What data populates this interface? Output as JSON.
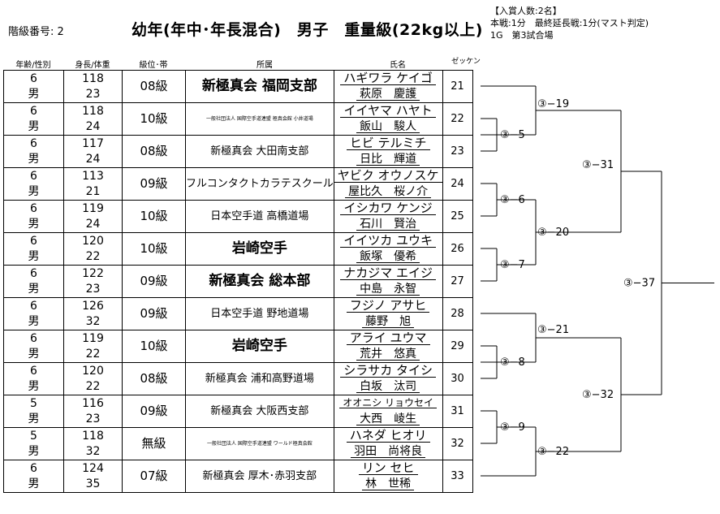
{
  "header": {
    "class_label": "階級番号: 2",
    "title": "幼年(年中･年長混合)　男子　重量級(22kg以上)",
    "info_line1": "【入賞人数:2名】",
    "info_line2": "本戦:1分　最終延長戦:1分(マスト判定)",
    "info_line3": "1G　第3試合場"
  },
  "columns": {
    "age_sex": "年齢/性別",
    "height_weight": "身長/体重",
    "rank": "級位･帯",
    "affiliation": "所属",
    "name": "氏名",
    "bib": "ゼッケン"
  },
  "entries": [
    {
      "age": "6",
      "sex": "男",
      "height": "118",
      "weight": "23",
      "rank": "08級",
      "affiliation": "新極真会 福岡支部",
      "kana": "ハギワラ ケイゴ",
      "kanji": "萩原　慶護",
      "bib": "21"
    },
    {
      "age": "6",
      "sex": "男",
      "height": "118",
      "weight": "24",
      "rank": "10級",
      "affiliation": "一般社団法人 国際空手道連盟 極真会館 小井道場",
      "kana": "イイヤマ ハヤト",
      "kanji": "飯山　駿人",
      "bib": "22"
    },
    {
      "age": "6",
      "sex": "男",
      "height": "117",
      "weight": "24",
      "rank": "08級",
      "affiliation": "新極真会 大田南支部",
      "kana": "ヒビ テルミチ",
      "kanji": "日比　輝道",
      "bib": "23"
    },
    {
      "age": "6",
      "sex": "男",
      "height": "113",
      "weight": "21",
      "rank": "09級",
      "affiliation": "フルコンタクトカラテスクール",
      "kana": "ヤビク オウノスケ",
      "kanji": "屋比久　桜ノ介",
      "bib": "24"
    },
    {
      "age": "6",
      "sex": "男",
      "height": "119",
      "weight": "24",
      "rank": "10級",
      "affiliation": "日本空手道 高橋道場",
      "kana": "イシカワ ケンジ",
      "kanji": "石川　賢治",
      "bib": "25"
    },
    {
      "age": "6",
      "sex": "男",
      "height": "120",
      "weight": "22",
      "rank": "10級",
      "affiliation": "岩崎空手",
      "kana": "イイツカ ユウキ",
      "kanji": "飯塚　優希",
      "bib": "26"
    },
    {
      "age": "6",
      "sex": "男",
      "height": "122",
      "weight": "23",
      "rank": "09級",
      "affiliation": "新極真会 総本部",
      "kana": "ナカジマ エイジ",
      "kanji": "中島　永智",
      "bib": "27"
    },
    {
      "age": "6",
      "sex": "男",
      "height": "126",
      "weight": "32",
      "rank": "09級",
      "affiliation": "日本空手道 野地道場",
      "kana": "フジノ アサヒ",
      "kanji": "藤野　旭",
      "bib": "28"
    },
    {
      "age": "6",
      "sex": "男",
      "height": "119",
      "weight": "22",
      "rank": "10級",
      "affiliation": "岩崎空手",
      "kana": "アライ ユウマ",
      "kanji": "荒井　悠真",
      "bib": "29"
    },
    {
      "age": "6",
      "sex": "男",
      "height": "120",
      "weight": "22",
      "rank": "08級",
      "affiliation": "新極真会 浦和高野道場",
      "kana": "シラサカ タイシ",
      "kanji": "白坂　汰司",
      "bib": "30"
    },
    {
      "age": "5",
      "sex": "男",
      "height": "116",
      "weight": "23",
      "rank": "09級",
      "affiliation": "新極真会 大阪西支部",
      "kana": "オオニシ リョウセイ",
      "kanji": "大西　崚生",
      "bib": "31"
    },
    {
      "age": "5",
      "sex": "男",
      "height": "118",
      "weight": "32",
      "rank": "無級",
      "affiliation": "一般社団法人 国際空手道連盟 ワールド極真会館",
      "kana": "ハネダ ヒオリ",
      "kanji": "羽田　尚将良",
      "bib": "32"
    },
    {
      "age": "6",
      "sex": "男",
      "height": "124",
      "weight": "35",
      "rank": "07級",
      "affiliation": "新極真会 厚木･赤羽支部",
      "kana": "リン セヒ",
      "kanji": "林　世稀",
      "bib": "33"
    }
  ],
  "matches": {
    "m5": "③−5",
    "m6": "③−6",
    "m7": "③−7",
    "m8": "③−8",
    "m9": "③−9",
    "m19": "③−19",
    "m20": "③−20",
    "m21": "③−21",
    "m22": "③−22",
    "m31": "③−31",
    "m32": "③−32",
    "m37": "③−37"
  }
}
